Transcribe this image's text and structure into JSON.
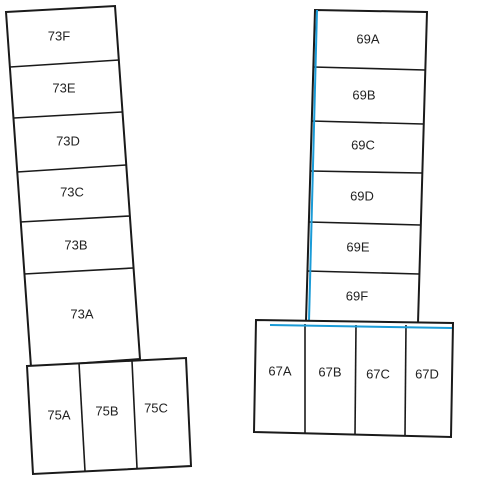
{
  "colors": {
    "line": "#1a1a1a",
    "accent": "#1a9bd7",
    "background": "#ffffff",
    "text": "#222222"
  },
  "blocks": [
    {
      "id": "block-73",
      "units": [
        "73F",
        "73E",
        "73D",
        "73C",
        "73B",
        "73A"
      ]
    },
    {
      "id": "block-75",
      "units": [
        "75A",
        "75B",
        "75C"
      ]
    },
    {
      "id": "block-69",
      "units": [
        "69A",
        "69B",
        "69C",
        "69D",
        "69E",
        "69F"
      ]
    },
    {
      "id": "block-67",
      "units": [
        "67A",
        "67B",
        "67C",
        "67D"
      ]
    }
  ]
}
